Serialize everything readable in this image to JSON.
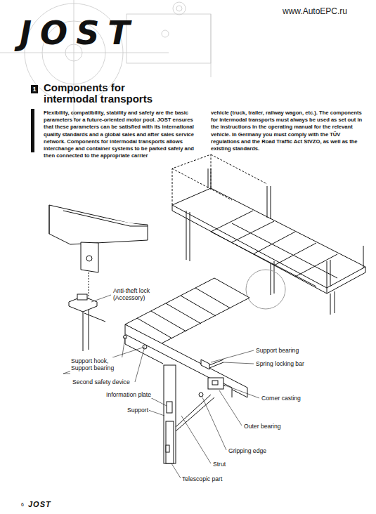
{
  "diagram": {
    "title": "Components for intermodal transports",
    "labels": [
      "www.AutoEPC.ru",
      "JOST",
      "1",
      "Flexibility, compatibility, stability and safety are the basic parameters for a future-oriented motor pool. JOST ensures that these parameters can be satisfied with its international quality standards and a global sales and after sales service network. Components for intermodal transports allows interchange and container systems to be parked safely and then connected to the appropriate carrier",
      "vehicle (truck, trailer, railway wagon, etc.). The components for intermodal transports must always be used as set out in the instructions in the operating manual for the relevant vehicle. In Germany you must comply with the TÜV regulations and the Road Traffic Act StVZO, as well as the existing standards.",
      "Anti-theft lock (Accessory)",
      "Support bearing",
      "Spring locking bar",
      "Support hook, Support bearing",
      "Second safety device",
      "Information plate",
      "Support",
      "Corner casting",
      "Outer bearing",
      "Gripping edge",
      "Strut",
      "Telescopic part",
      "6",
      "JOST"
    ]
  }
}
